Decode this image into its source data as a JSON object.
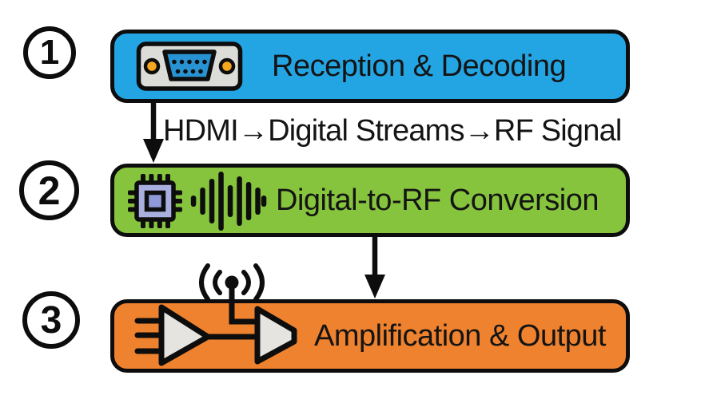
{
  "diagram": {
    "steps": [
      {
        "number": "1",
        "label": "Reception & Decoding",
        "fill_color": "#24a5e3",
        "icons": [
          "vga-connector-icon"
        ]
      },
      {
        "number": "2",
        "label": "Digital-to-RF Conversion",
        "fill_color": "#86c43e",
        "icons": [
          "chip-icon",
          "waveform-icon"
        ]
      },
      {
        "number": "3",
        "label": "Amplification & Output",
        "fill_color": "#ef822e",
        "icons": [
          "amplifier-antenna-icon"
        ]
      }
    ],
    "connectors": [
      {
        "from": 1,
        "to": 2,
        "label": "HDMI→Digital Streams→RF Signal"
      },
      {
        "from": 2,
        "to": 3,
        "label": ""
      }
    ],
    "colors": {
      "background": "#ffffff",
      "box_border": "#0d0d0d",
      "text": "#141414",
      "step1_fill": "#24a5e3",
      "step2_fill": "#86c43e",
      "step3_fill": "#ef822e",
      "vga_body_gray": "#dcdcd9",
      "vga_plug_blue": "#2793d3",
      "screw_orange": "#f5a81f",
      "chip_body": "#a9b0df",
      "chip_inner": "#8e99d8",
      "amplifier_fill": "#e5e4e1"
    }
  }
}
